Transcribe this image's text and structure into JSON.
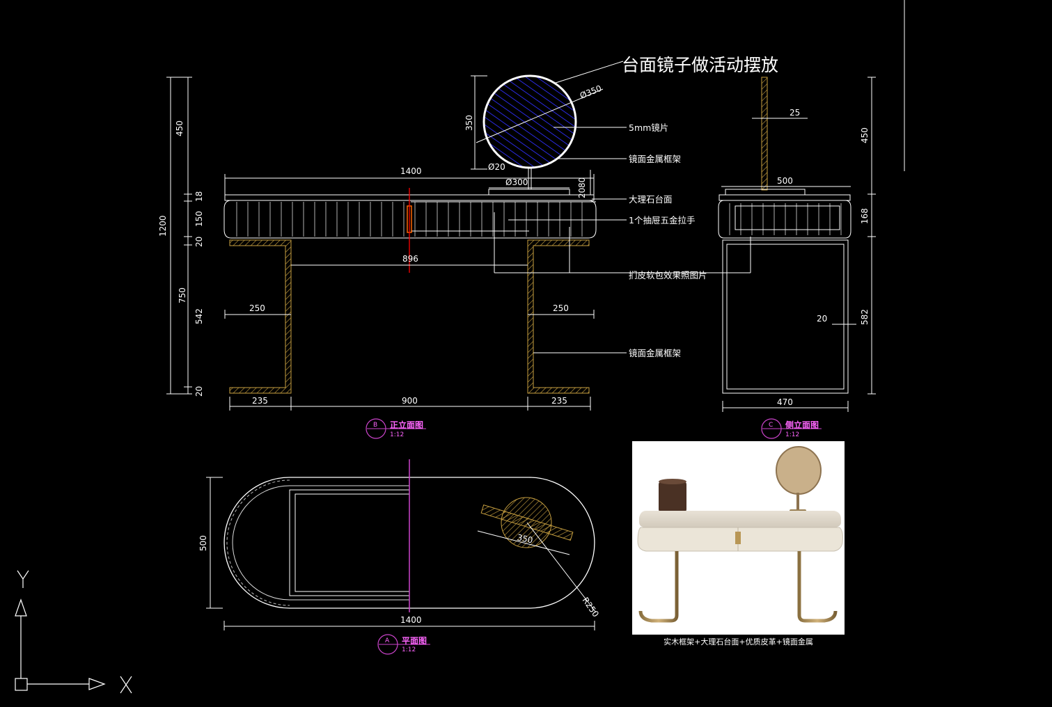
{
  "title_note": "台面镜子做活动摆放",
  "front": {
    "dims_left": [
      "450",
      "1200",
      "18",
      "150",
      "20",
      "750",
      "542",
      "20"
    ],
    "dim_1400": "1400",
    "dim_300": "Ø300",
    "dim_80": "80",
    "dim_20_stem": "20",
    "dim_896": "896",
    "dim_250_left": "250",
    "dim_250_right": "250",
    "dim_235_left": "235",
    "dim_900": "900",
    "dim_235_right": "235",
    "mirror_dia": "Ø350",
    "mirror_h": "350",
    "mirror_stem": "Ø20",
    "label_tag": "B",
    "label_name": "正立面图",
    "label_scale": "1:12"
  },
  "notes": {
    "mirror_glass": "5mm镜片",
    "mirror_frame": "镜面金属框架",
    "marble_top": "大理石台面",
    "drawer_pull": "1个抽屉五金拉手",
    "leather": "扪皮软包效果照图片",
    "leg_frame": "镜面金属框架"
  },
  "side": {
    "dim_25": "25",
    "dim_500": "500",
    "dim_450": "450",
    "dim_168": "168",
    "dim_582": "582",
    "dim_20": "20",
    "dim_470": "470",
    "label_tag": "C",
    "label_name": "侧立面图",
    "label_scale": "1:12"
  },
  "plan": {
    "dim_500": "500",
    "dim_1400": "1400",
    "dim_350": "350",
    "dim_r250": "R250",
    "label_tag": "A",
    "label_name": "平面图",
    "label_scale": "1:12"
  },
  "photo_caption": "实木框架+大理石台面+优质皮革+镜面金属",
  "ucs": {
    "y_label": "Y",
    "x_label": "X"
  },
  "colors": {
    "line": "#ffffff",
    "gold": "#c8a040",
    "magenta": "#cc44cc",
    "blue": "#1a1aa8",
    "red": "#ff0000"
  }
}
